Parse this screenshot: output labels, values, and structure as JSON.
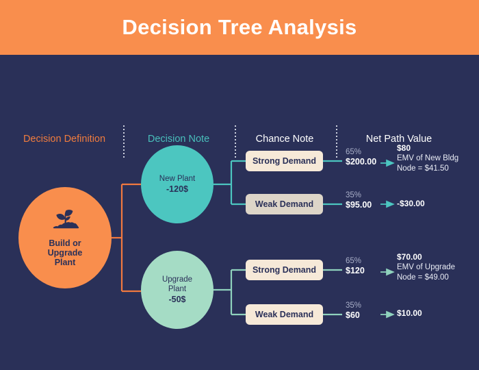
{
  "header": {
    "title": "Decision Tree Analysis",
    "bar_color": "#f98e4d"
  },
  "columns": [
    {
      "label": "Decision Definition",
      "color": "#f07c3e"
    },
    {
      "label": "Decision Note",
      "color": "#49bfbb"
    },
    {
      "label": "Chance Note",
      "color": "#ffffff"
    },
    {
      "label": "Net Path Value",
      "color": "#ffffff"
    }
  ],
  "root": {
    "icon": "seedling-plant-icon",
    "label": "Build or\nUpgrade\nPlant",
    "label_line1": "Build or",
    "label_line2": "Upgrade",
    "label_line3": "Plant",
    "color": "#f98e4d"
  },
  "decisions": [
    {
      "name": "New Plant",
      "cost": "-120$",
      "color": "#4cc6c0"
    },
    {
      "name_line1": "Upgrade",
      "name_line2": "Plant",
      "cost": "-50$",
      "color": "#a5dcc5"
    }
  ],
  "branches": [
    {
      "chance_label": "Strong Demand",
      "probability": "65%",
      "payoff": "$200.00",
      "npv_value": "$80",
      "npv_desc": "EMV of New Bldg",
      "npv_node": "Node = $41.50"
    },
    {
      "chance_label": "Weak Demand",
      "probability": "35%",
      "payoff": "$95.00",
      "npv_value": "-$30.00",
      "npv_desc": "",
      "npv_node": ""
    },
    {
      "chance_label": "Strong Demand",
      "probability": "65%",
      "payoff": "$120",
      "npv_value": "$70.00",
      "npv_desc": "EMV of Upgrade",
      "npv_node": "Node = $49.00"
    },
    {
      "chance_label": "Weak Demand",
      "probability": "35%",
      "payoff": "$60",
      "npv_value": "$10.00",
      "npv_desc": "",
      "npv_node": ""
    }
  ],
  "colors": {
    "background": "#2a3058",
    "orange": "#f98e4d",
    "orange_connector": "#f2793f",
    "teal": "#4cc6c0",
    "mint": "#a5dcc5",
    "cream": "#f6e9d8",
    "cream_dim": "#ddd5c8"
  }
}
